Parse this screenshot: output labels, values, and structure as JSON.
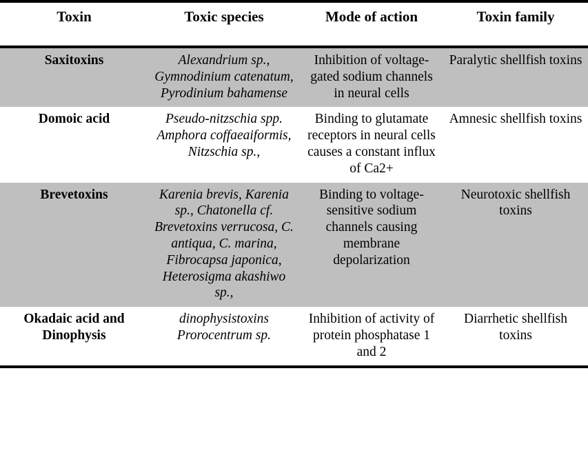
{
  "table": {
    "columns": [
      {
        "key": "toxin",
        "label": "Toxin"
      },
      {
        "key": "species",
        "label": "Toxic species"
      },
      {
        "key": "mode",
        "label": "Mode of action"
      },
      {
        "key": "family",
        "label": "Toxin family"
      }
    ],
    "shading": {
      "shaded_row_color": "#bfbfbf",
      "plain_row_color": "#ffffff",
      "rule_color": "#000000"
    },
    "rows": [
      {
        "shaded": true,
        "toxin": "Saxitoxins",
        "species": "Alexandrium sp., Gymnodinium catenatum, Pyrodinium bahamense",
        "mode": "Inhibition of voltage-gated sodium channels in neural cells",
        "family": "Paralytic shellfish toxins"
      },
      {
        "shaded": false,
        "toxin": "Domoic acid",
        "species": "Pseudo-nitzschia spp. Amphora coffaeaiformis, Nitzschia sp.,",
        "mode": "Binding to glutamate receptors in neural cells causes a constant influx of Ca2+",
        "family": "Amnesic shellfish toxins"
      },
      {
        "shaded": true,
        "toxin": "Brevetoxins",
        "species": "Karenia brevis, Karenia sp., Chatonella cf. Brevetoxins verrucosa, C. antiqua, C. marina, Fibrocapsa japonica, Heterosigma akashiwo  sp.,",
        "mode": "Binding to voltage-sensitive sodium channels causing membrane depolarization",
        "family": "Neurotoxic shellfish toxins"
      },
      {
        "shaded": false,
        "toxin": "Okadaic acid and Dinophysis",
        "species": "dinophysistoxins Prorocentrum sp.",
        "mode": "Inhibition of activity of protein phosphatase 1 and 2",
        "family": "Diarrhetic shellfish toxins"
      }
    ]
  }
}
